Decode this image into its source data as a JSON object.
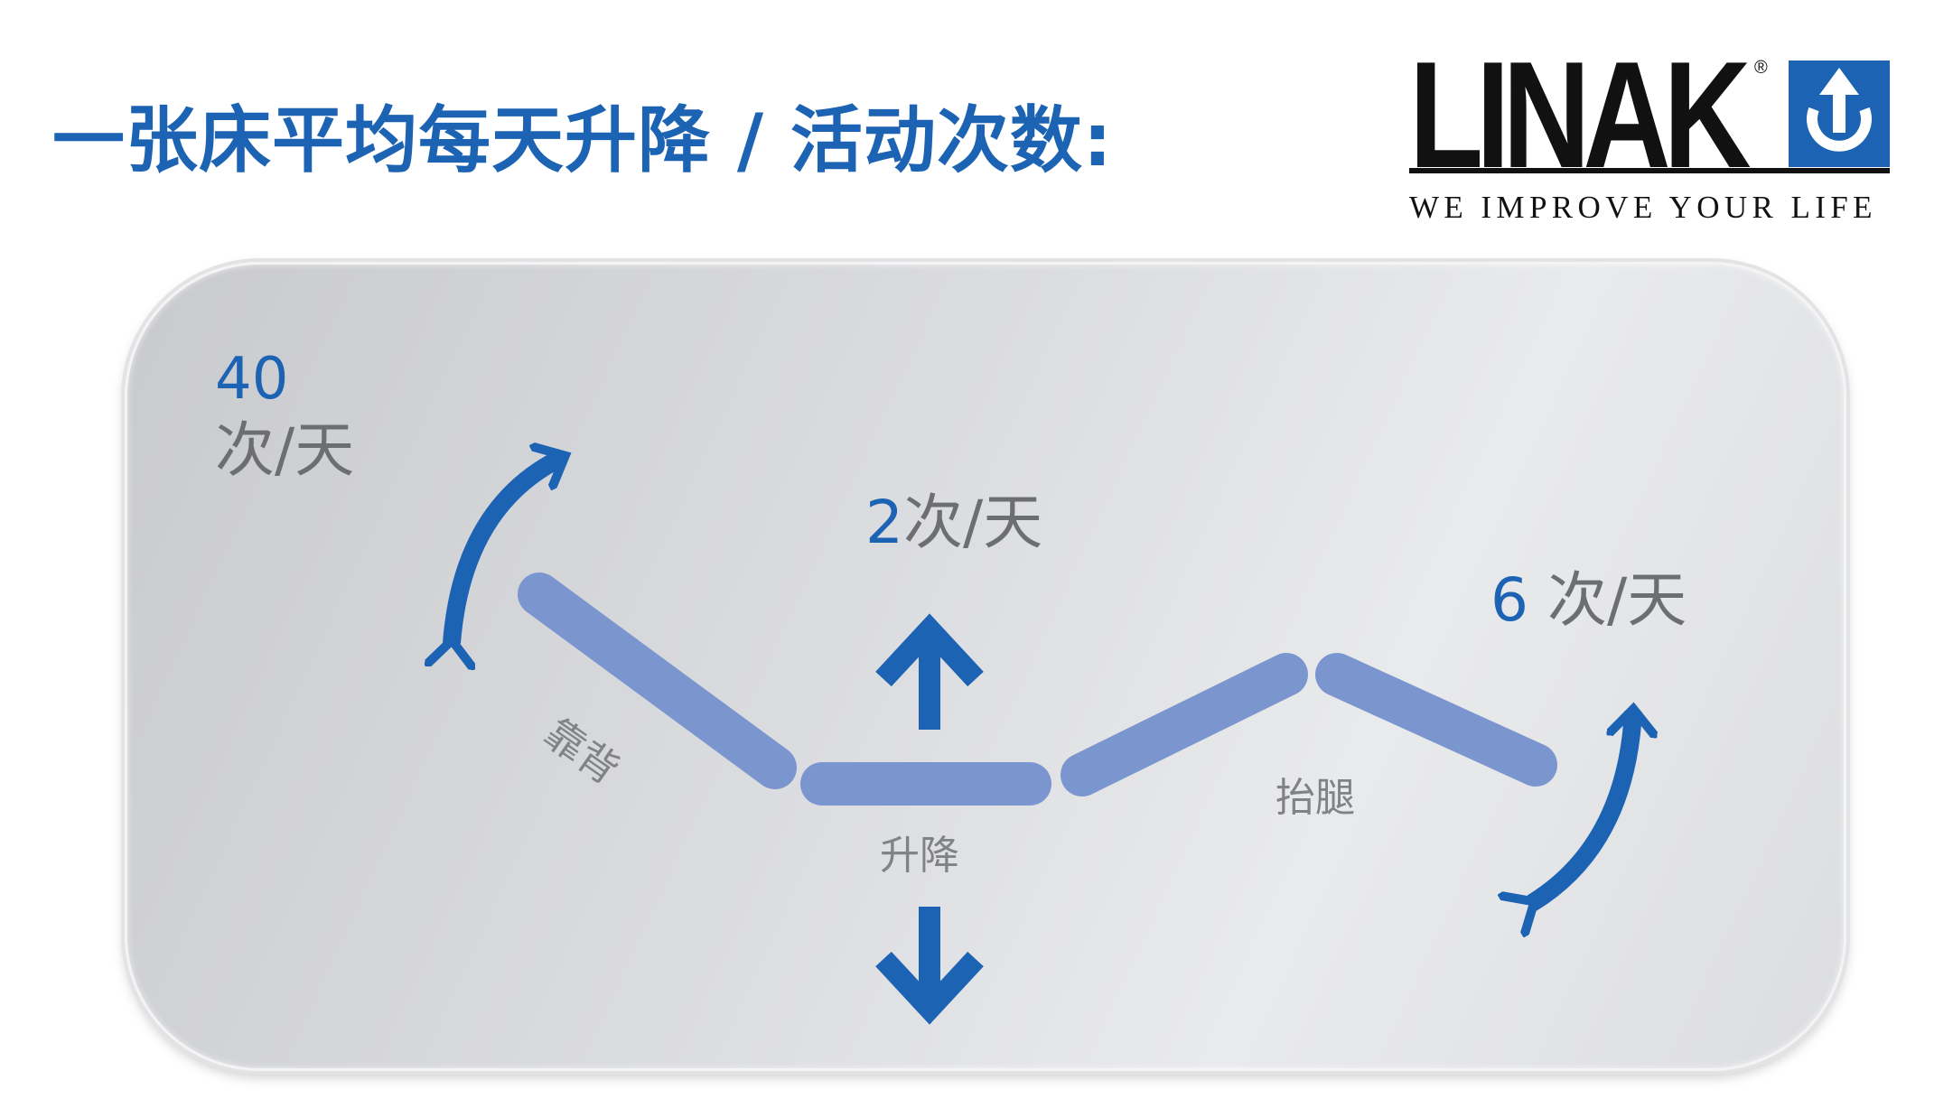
{
  "header": {
    "title": "一张床平均每天升降 / 活动次数:"
  },
  "logo": {
    "word": "LINAK",
    "registered": "®",
    "tagline": "WE IMPROVE YOUR LIFE",
    "mark_icon": "power-up-arrow-icon"
  },
  "sections": {
    "backrest": {
      "label": "靠背",
      "count": "40",
      "unit": "次/天"
    },
    "lift": {
      "label": "升降",
      "count": "2",
      "unit": "次/天"
    },
    "leg": {
      "label": "抬腿",
      "count": "6",
      "unit": "次/天"
    }
  },
  "colors": {
    "accent_blue": "#1c63b4",
    "bed_segment": "#7b96cf",
    "label_gray": "#808285",
    "panel_bg": "#dcdde0",
    "logo_black": "#111111"
  },
  "icons": {
    "backrest_arrow": "curved-double-arrow-icon",
    "lift_up": "arrow-up-icon",
    "lift_down": "arrow-down-icon",
    "leg_arrow": "curved-double-arrow-icon"
  }
}
